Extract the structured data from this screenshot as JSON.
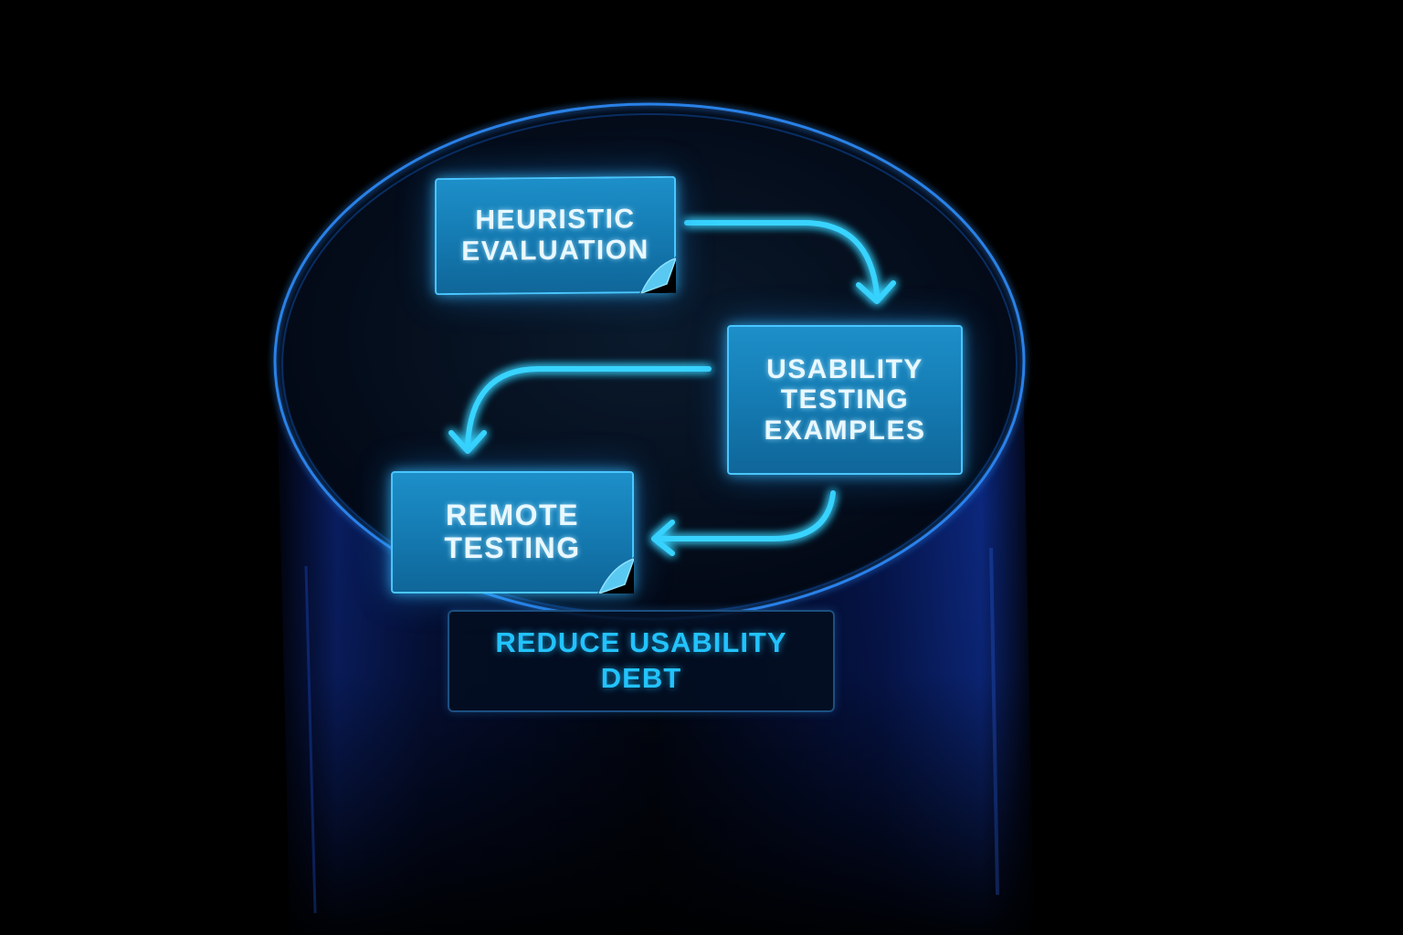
{
  "diagram": {
    "steps": [
      {
        "label": "HEURISTIC\nEVALUATION"
      },
      {
        "label": "USABILITY\nTESTING\nEXAMPLES"
      },
      {
        "label": "REMOTE\nTESTING"
      }
    ],
    "goal": {
      "label": "REDUCE USABILITY\nDEBT"
    }
  },
  "colors": {
    "background": "#000000",
    "note_fill": "#1479b0",
    "note_border": "#49c6ff",
    "arrow_glow": "#39d4ff",
    "goal_text": "#22c3ff",
    "cylinder_rim": "#2f8fff"
  },
  "icons": [
    "flow-arrow-icon",
    "page-curl-icon"
  ]
}
